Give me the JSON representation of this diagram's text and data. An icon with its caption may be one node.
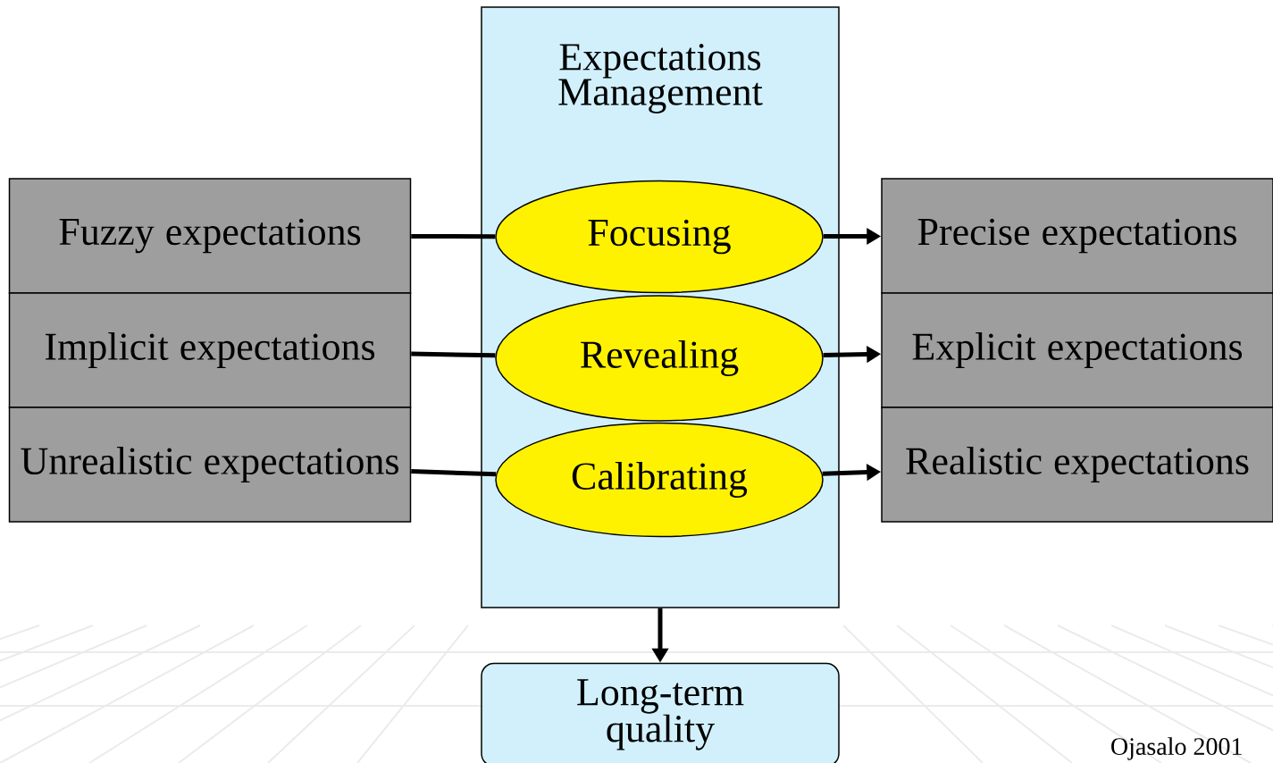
{
  "diagram": {
    "nodes": [
      {
        "text": [
          "Expectations Management"
        ]
      },
      {
        "text": [
          "Focusing"
        ],
        "in": 0
      },
      {
        "text": [
          "Revealing"
        ],
        "in": 0
      },
      {
        "text": [
          "Calibrating"
        ],
        "in": 0
      },
      {
        "text": [
          "Fuzzy expectations"
        ]
      },
      {
        "text": [
          "Implicit expectations"
        ]
      },
      {
        "text": [
          "Unrealistic expectations"
        ]
      },
      {
        "text": [
          "Precise expectations"
        ]
      },
      {
        "text": [
          "Explicit expectations"
        ]
      },
      {
        "text": [
          "Realistic expectations"
        ]
      },
      {
        "text": [
          "Long-term quality"
        ]
      }
    ],
    "edges": [
      {
        "from": 4,
        "to": 1,
        "arrow": "none"
      },
      {
        "from": 5,
        "to": 2,
        "arrow": "none"
      },
      {
        "from": 6,
        "to": 3,
        "arrow": "none"
      },
      {
        "from": 1,
        "to": 7,
        "arrow": "to"
      },
      {
        "from": 2,
        "to": 8,
        "arrow": "to"
      },
      {
        "from": 3,
        "to": 9,
        "arrow": "to"
      },
      {
        "from": 0,
        "to": 10,
        "arrow": "to"
      }
    ],
    "labels": [
      "Ojasalo 2001"
    ]
  }
}
